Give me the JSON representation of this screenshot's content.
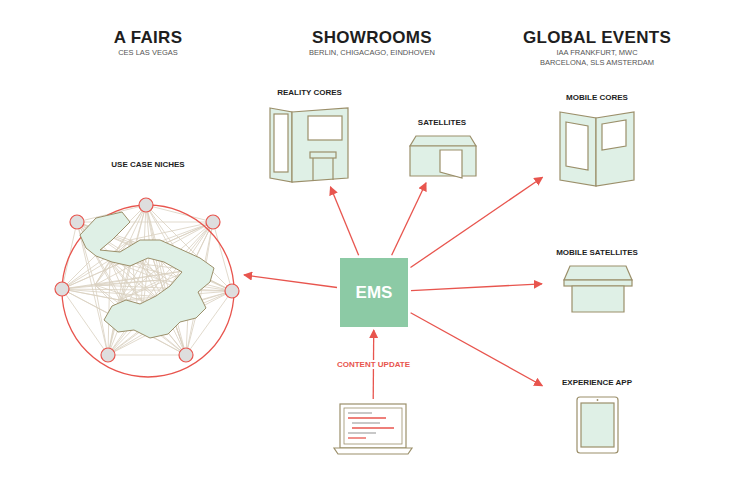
{
  "diagram": {
    "nodes": [
      {
        "text": [
          "USE CASE NICHES"
        ]
      },
      {
        "text": [
          "REALITY CORES"
        ]
      },
      {
        "text": [
          "SATELLITES"
        ]
      },
      {
        "text": [
          "MOBILE CORES"
        ]
      },
      {
        "text": [
          "MOBILE SATELLITES"
        ]
      },
      {
        "text": [
          "EMS"
        ]
      },
      {
        "text": [
          "EXPERIENCE APP"
        ]
      },
      {
        "text": []
      }
    ],
    "edges": [
      {
        "from": 5,
        "to": 0,
        "arrow": "to"
      },
      {
        "from": 5,
        "to": 1,
        "arrow": "to"
      },
      {
        "from": 5,
        "to": 2,
        "arrow": "to"
      },
      {
        "from": 5,
        "to": 3,
        "arrow": "to"
      },
      {
        "from": 5,
        "to": 4,
        "arrow": "to"
      },
      {
        "from": 5,
        "to": 6,
        "arrow": "to"
      },
      {
        "from": 7,
        "to": 5,
        "label": "CONTENT UPDATE",
        "arrow": "to"
      }
    ],
    "labels": [
      "A FAIRS",
      "CES LAS VEGAS",
      "SHOWROOMS",
      "BERLIN, CHIGACAGO, EINDHOVEN",
      "GLOBAL EVENTS",
      "IAA FRANKFURT, MWC BARCELONA, SLS AMSTERDAM"
    ]
  }
}
